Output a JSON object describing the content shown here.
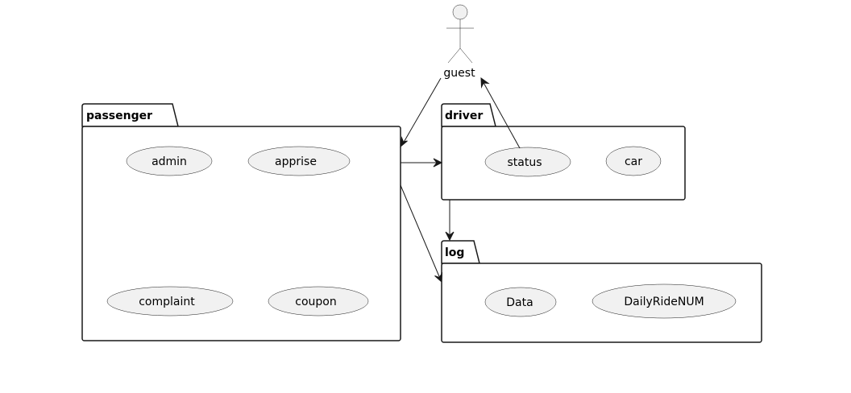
{
  "diagram": {
    "type": "use-case",
    "colors": {
      "line": "#181818",
      "usecase_fill": "#f1f1f1",
      "package_fill": "#ffffff",
      "background": "#ffffff"
    },
    "actors": [
      {
        "id": "guest",
        "label": "guest"
      }
    ],
    "packages": [
      {
        "id": "passenger",
        "label": "passenger",
        "usecases": [
          {
            "id": "admin",
            "label": "admin"
          },
          {
            "id": "apprise",
            "label": "apprise"
          },
          {
            "id": "complaint",
            "label": "complaint"
          },
          {
            "id": "coupon",
            "label": "coupon"
          }
        ]
      },
      {
        "id": "driver",
        "label": "driver",
        "usecases": [
          {
            "id": "status",
            "label": "status"
          },
          {
            "id": "car",
            "label": "car"
          }
        ]
      },
      {
        "id": "log",
        "label": "log",
        "usecases": [
          {
            "id": "Data",
            "label": "Data"
          },
          {
            "id": "DailyRideNUM",
            "label": "DailyRideNUM"
          }
        ]
      }
    ],
    "relations": [
      {
        "from": "guest",
        "to": "passenger",
        "arrow": "open"
      },
      {
        "from": "passenger",
        "to": "driver",
        "arrow": "open"
      },
      {
        "from": "status",
        "to": "guest",
        "arrow": "open"
      },
      {
        "from": "driver",
        "to": "log",
        "arrow": "open"
      },
      {
        "from": "passenger",
        "to": "log",
        "arrow": "open"
      }
    ]
  }
}
